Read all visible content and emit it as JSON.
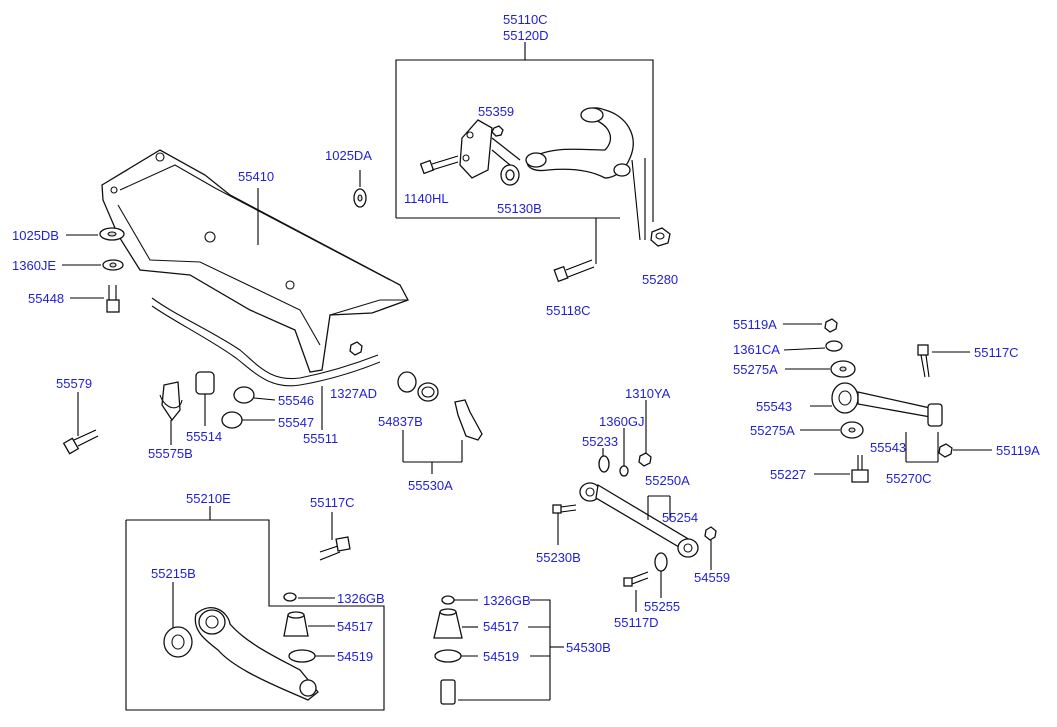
{
  "labels": {
    "p55110C": "55110C",
    "p55120D": "55120D",
    "p55359": "55359",
    "p1140HL": "1140HL",
    "p55130B": "55130B",
    "p55280": "55280",
    "p55118C": "55118C",
    "p1025DA": "1025DA",
    "p55410": "55410",
    "p1025DB": "1025DB",
    "p1360JE": "1360JE",
    "p55448": "55448",
    "p55579": "55579",
    "p55546": "55546",
    "p55547": "55547",
    "p55514": "55514",
    "p55575B": "55575B",
    "p55511": "55511",
    "p1327AD": "1327AD",
    "p54837B": "54837B",
    "p55530A": "55530A",
    "p55119A_top": "55119A",
    "p1361CA": "1361CA",
    "p55275A_top": "55275A",
    "p55117C_right": "55117C",
    "p55543_top": "55543",
    "p55275A_bottom": "55275A",
    "p55543_bottom": "55543",
    "p55119A_right": "55119A",
    "p55227": "55227",
    "p55270C": "55270C",
    "p1310YA": "1310YA",
    "p1360GJ": "1360GJ",
    "p55233": "55233",
    "p55250A": "55250A",
    "p55254": "55254",
    "p55230B": "55230B",
    "p54559": "54559",
    "p55255": "55255",
    "p55117D": "55117D",
    "p55210E": "55210E",
    "p55117C_mid": "55117C",
    "p55215B": "55215B",
    "p1326GB_left": "1326GB",
    "p54517_left": "54517",
    "p54519_left": "54519",
    "p1326GB_right": "1326GB",
    "p54517_right": "54517",
    "p54519_right": "54519",
    "p54530B": "54530B"
  }
}
